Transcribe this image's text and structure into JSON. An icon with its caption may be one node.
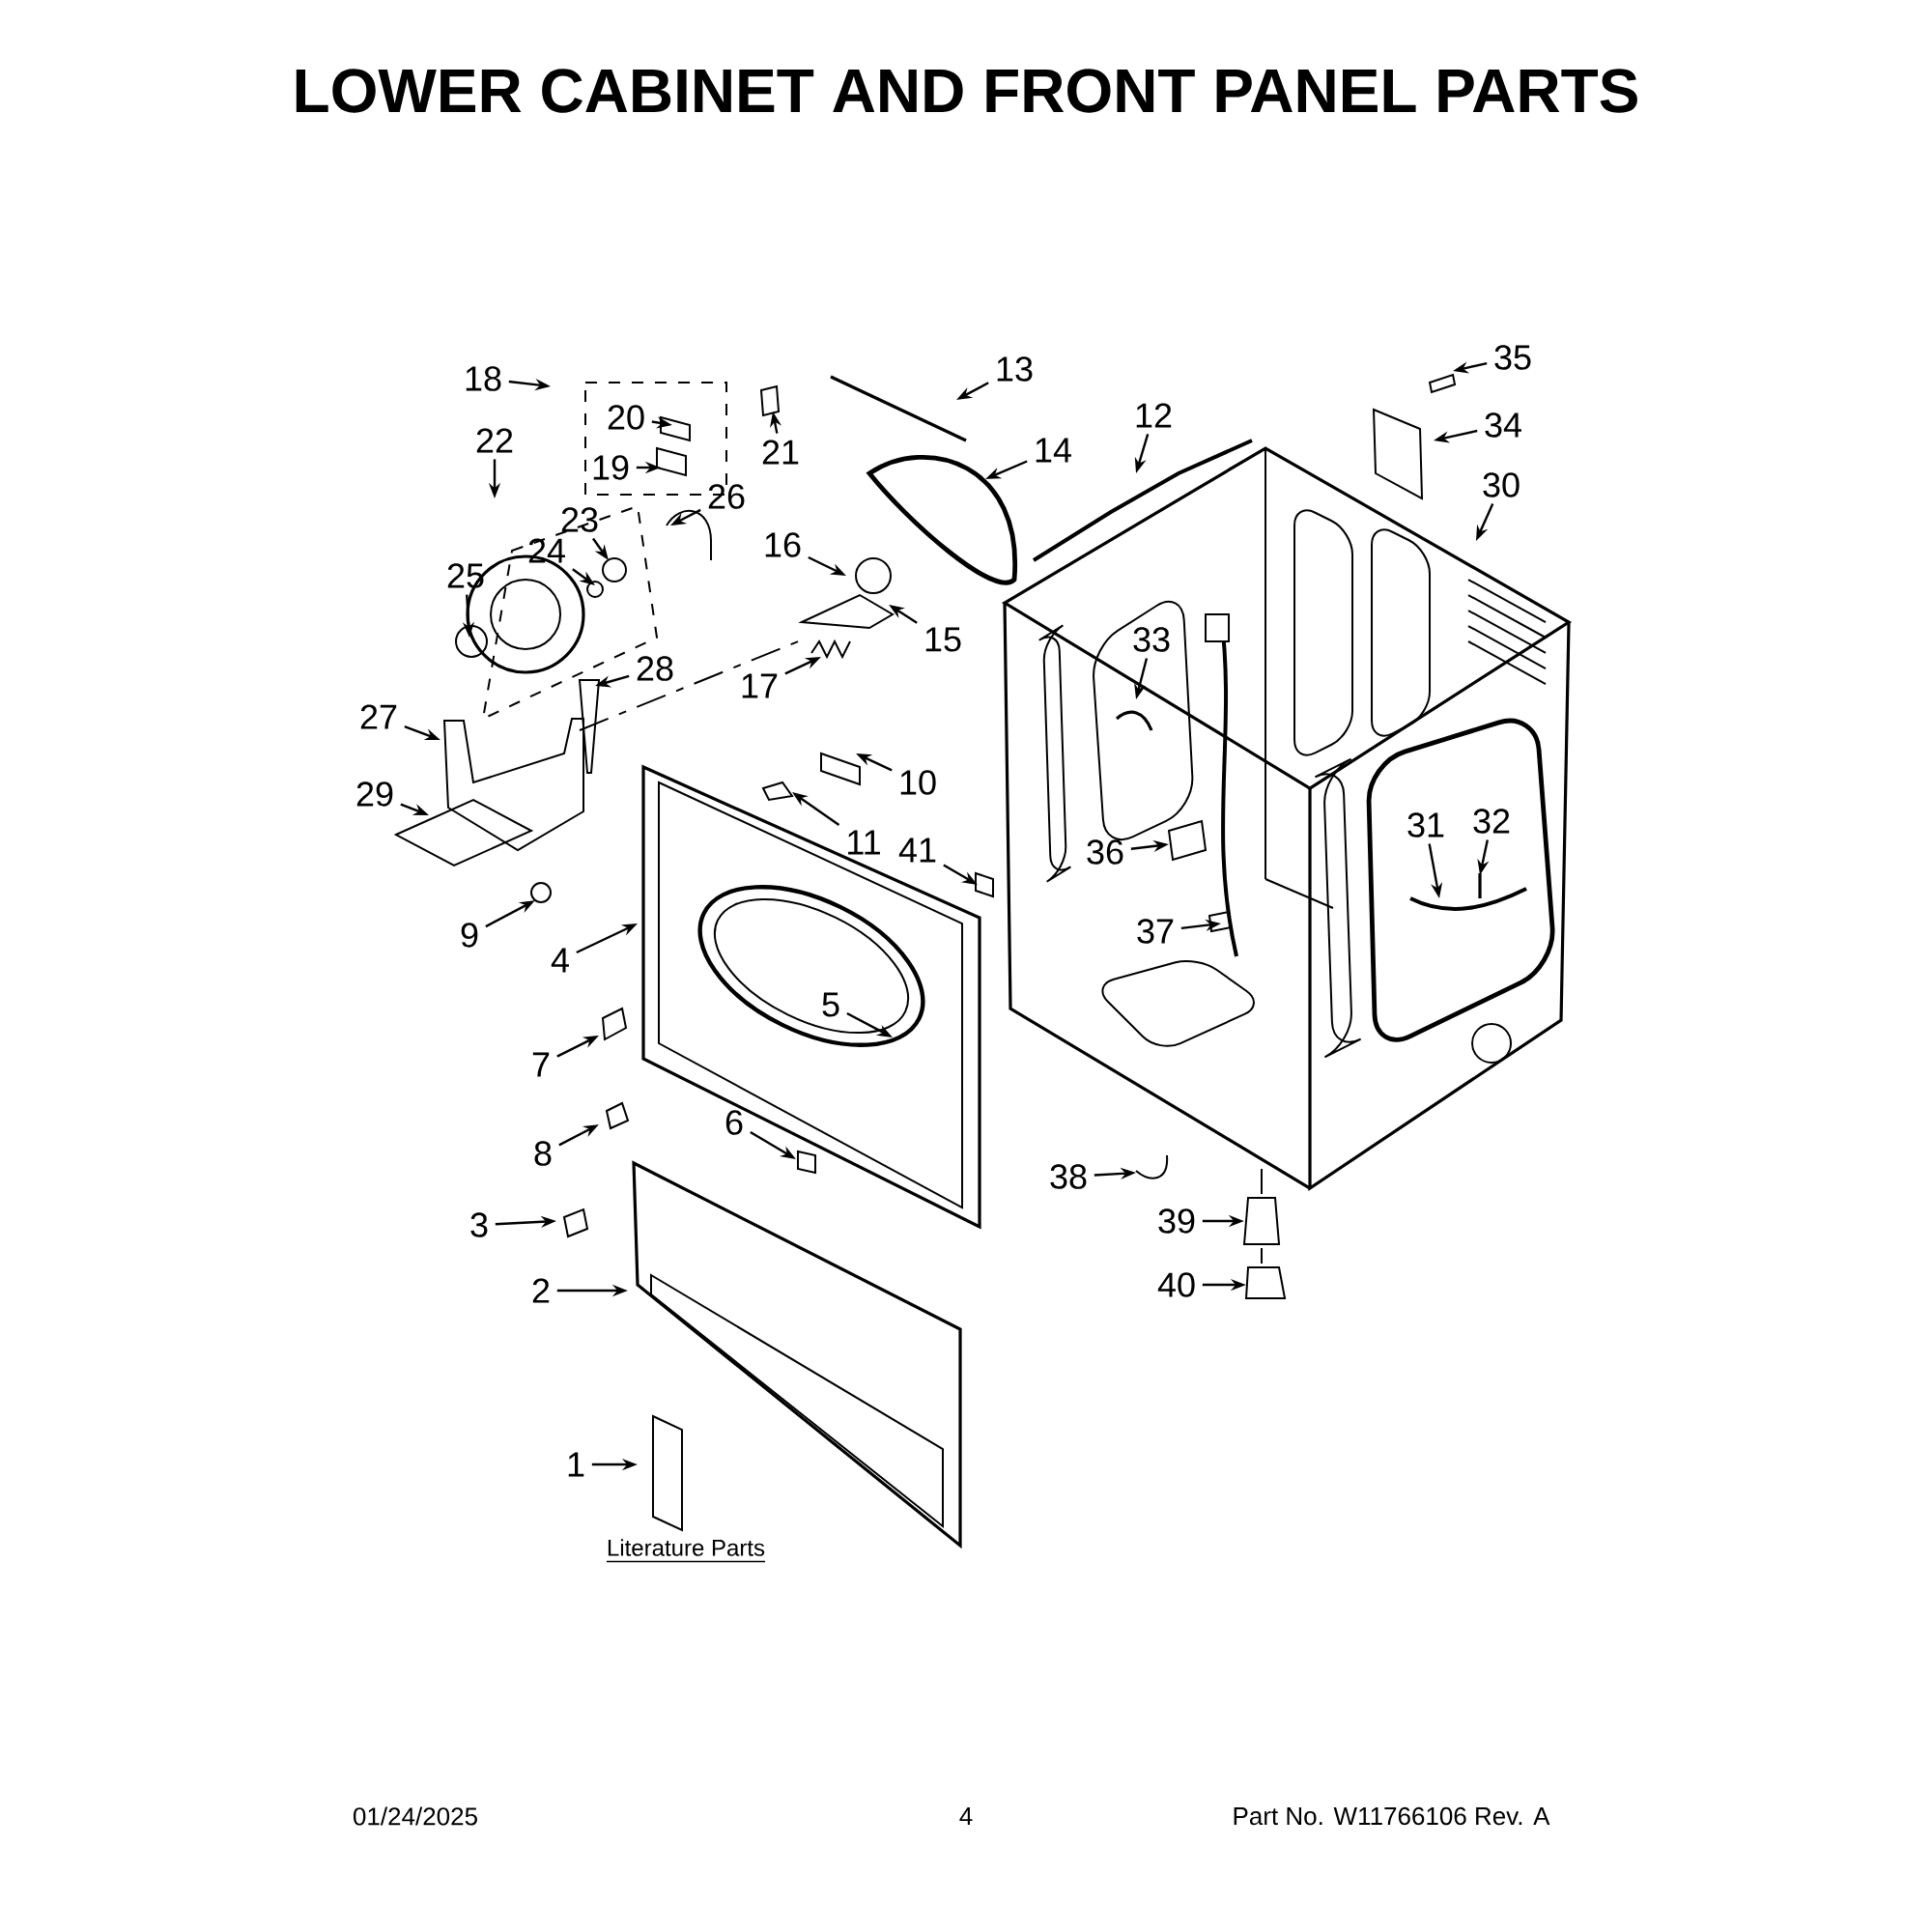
{
  "diagram": {
    "title": "LOWER CABINET AND FRONT PANEL PARTS",
    "nodes": [
      {
        "text": [
          "1"
        ]
      },
      {
        "text": [
          "2"
        ]
      },
      {
        "text": [
          "3"
        ]
      },
      {
        "text": [
          "4"
        ]
      },
      {
        "text": [
          "5"
        ]
      },
      {
        "text": [
          "6"
        ]
      },
      {
        "text": [
          "7"
        ]
      },
      {
        "text": [
          "8"
        ]
      },
      {
        "text": [
          "9"
        ]
      },
      {
        "text": [
          "10"
        ]
      },
      {
        "text": [
          "11"
        ]
      },
      {
        "text": [
          "12"
        ]
      },
      {
        "text": [
          "13"
        ]
      },
      {
        "text": [
          "14"
        ]
      },
      {
        "text": [
          "15"
        ]
      },
      {
        "text": [
          "16"
        ]
      },
      {
        "text": [
          "17"
        ]
      },
      {
        "text": [
          "18"
        ]
      },
      {
        "text": [
          "19"
        ]
      },
      {
        "text": [
          "20"
        ]
      },
      {
        "text": [
          "21"
        ]
      },
      {
        "text": [
          "22"
        ]
      },
      {
        "text": [
          "23"
        ]
      },
      {
        "text": [
          "24"
        ]
      },
      {
        "text": [
          "25"
        ]
      },
      {
        "text": [
          "26"
        ]
      },
      {
        "text": [
          "27"
        ]
      },
      {
        "text": [
          "28"
        ]
      },
      {
        "text": [
          "29"
        ]
      },
      {
        "text": [
          "30"
        ]
      },
      {
        "text": [
          "31"
        ]
      },
      {
        "text": [
          "32"
        ]
      },
      {
        "text": [
          "33"
        ]
      },
      {
        "text": [
          "34"
        ]
      },
      {
        "text": [
          "35"
        ]
      },
      {
        "text": [
          "36"
        ]
      },
      {
        "text": [
          "37"
        ]
      },
      {
        "text": [
          "38"
        ]
      },
      {
        "text": [
          "39"
        ]
      },
      {
        "text": [
          "40"
        ]
      },
      {
        "text": [
          "41"
        ]
      }
    ],
    "edges": [
      {
        "from": 0,
        "to": null,
        "arrow": "to"
      },
      {
        "from": 1,
        "to": null,
        "arrow": "to"
      },
      {
        "from": 2,
        "to": null,
        "arrow": "to"
      },
      {
        "from": 3,
        "to": null,
        "arrow": "to"
      },
      {
        "from": 4,
        "to": null,
        "arrow": "to"
      },
      {
        "from": 5,
        "to": null,
        "arrow": "to"
      },
      {
        "from": 6,
        "to": null,
        "arrow": "to"
      },
      {
        "from": 7,
        "to": null,
        "arrow": "to"
      },
      {
        "from": 8,
        "to": null,
        "arrow": "to"
      },
      {
        "from": 9,
        "to": null,
        "arrow": "to"
      },
      {
        "from": 10,
        "to": null,
        "arrow": "to"
      },
      {
        "from": 11,
        "to": null,
        "arrow": "to"
      },
      {
        "from": 12,
        "to": null,
        "arrow": "to"
      },
      {
        "from": 13,
        "to": null,
        "arrow": "to"
      },
      {
        "from": 14,
        "to": null,
        "arrow": "to"
      },
      {
        "from": 15,
        "to": null,
        "arrow": "to"
      },
      {
        "from": 16,
        "to": null,
        "arrow": "to"
      },
      {
        "from": 17,
        "to": null,
        "arrow": "to"
      },
      {
        "from": 18,
        "to": null,
        "arrow": "to"
      },
      {
        "from": 19,
        "to": null,
        "arrow": "to"
      },
      {
        "from": 20,
        "to": null,
        "arrow": "to"
      },
      {
        "from": 21,
        "to": null,
        "arrow": "to"
      },
      {
        "from": 22,
        "to": null,
        "arrow": "to"
      },
      {
        "from": 23,
        "to": null,
        "arrow": "to"
      },
      {
        "from": 24,
        "to": null,
        "arrow": "to"
      },
      {
        "from": 25,
        "to": null,
        "arrow": "to"
      },
      {
        "from": 26,
        "to": null,
        "arrow": "to"
      },
      {
        "from": 27,
        "to": null,
        "arrow": "to"
      },
      {
        "from": 28,
        "to": null,
        "arrow": "to"
      },
      {
        "from": 29,
        "to": null,
        "arrow": "to"
      },
      {
        "from": 30,
        "to": null,
        "arrow": "to"
      },
      {
        "from": 31,
        "to": null,
        "arrow": "to"
      },
      {
        "from": 32,
        "to": null,
        "arrow": "to"
      },
      {
        "from": 33,
        "to": null,
        "arrow": "to"
      },
      {
        "from": 34,
        "to": null,
        "arrow": "to"
      },
      {
        "from": 35,
        "to": null,
        "arrow": "to"
      },
      {
        "from": 36,
        "to": null,
        "arrow": "to"
      },
      {
        "from": 37,
        "to": null,
        "arrow": "to"
      },
      {
        "from": 38,
        "to": null,
        "arrow": "to"
      },
      {
        "from": 39,
        "to": null,
        "arrow": "to"
      },
      {
        "from": 40,
        "to": null,
        "arrow": "to"
      }
    ],
    "labels": [
      "Literature Parts",
      "01/24/2025",
      "4",
      "Part No. W11766106 Rev. A"
    ]
  }
}
